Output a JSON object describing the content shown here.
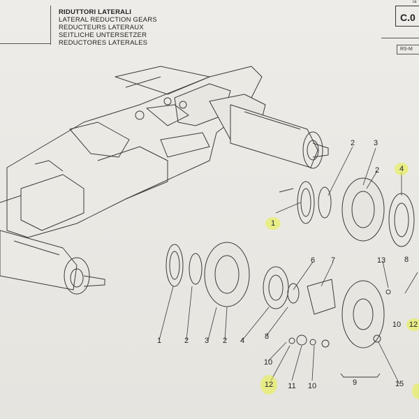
{
  "title": {
    "lines": [
      "RIDUTTORI LATERALI",
      "LATERAL REDUCTION GEARS",
      "REDUCTEURS LATERAUX",
      "SEITLICHE UNTERSETZER",
      "REDUCTORES LATERALES"
    ]
  },
  "code_box": "C.0",
  "tab_label": "Ta",
  "rs_label": "RS-M",
  "callouts": [
    {
      "id": "c-1-top",
      "text": "1",
      "highlight": true
    },
    {
      "id": "c-2-top-a",
      "text": "2",
      "highlight": false
    },
    {
      "id": "c-3-top",
      "text": "3",
      "highlight": false
    },
    {
      "id": "c-2-top-b",
      "text": "2",
      "highlight": false
    },
    {
      "id": "c-4-top",
      "text": "4",
      "highlight": true
    },
    {
      "id": "c-8-top",
      "text": "8",
      "highlight": false
    },
    {
      "id": "c-13",
      "text": "13",
      "highlight": false
    },
    {
      "id": "c-10-right",
      "text": "10",
      "highlight": false
    },
    {
      "id": "c-12-right",
      "text": "12",
      "highlight": true
    },
    {
      "id": "c-6",
      "text": "6",
      "highlight": false
    },
    {
      "id": "c-7",
      "text": "7",
      "highlight": false
    },
    {
      "id": "c-1-bottom",
      "text": "1",
      "highlight": false
    },
    {
      "id": "c-2-bottom-a",
      "text": "2",
      "highlight": false
    },
    {
      "id": "c-3-bottom",
      "text": "3",
      "highlight": false
    },
    {
      "id": "c-2-bottom-b",
      "text": "2",
      "highlight": false
    },
    {
      "id": "c-4-bottom",
      "text": "4",
      "highlight": false
    },
    {
      "id": "c-8-bottom",
      "text": "8",
      "highlight": false
    },
    {
      "id": "c-10-left",
      "text": "10",
      "highlight": false
    },
    {
      "id": "c-12-bottom",
      "text": "12",
      "highlight": true
    },
    {
      "id": "c-11",
      "text": "11",
      "highlight": false
    },
    {
      "id": "c-10-bottom",
      "text": "10",
      "highlight": false
    },
    {
      "id": "c-9",
      "text": "9",
      "highlight": false
    },
    {
      "id": "c-15",
      "text": "15",
      "highlight": false
    }
  ],
  "colors": {
    "paper": "#e9e7e2",
    "ink": "#333333",
    "highlighter": "#e6f03c"
  }
}
